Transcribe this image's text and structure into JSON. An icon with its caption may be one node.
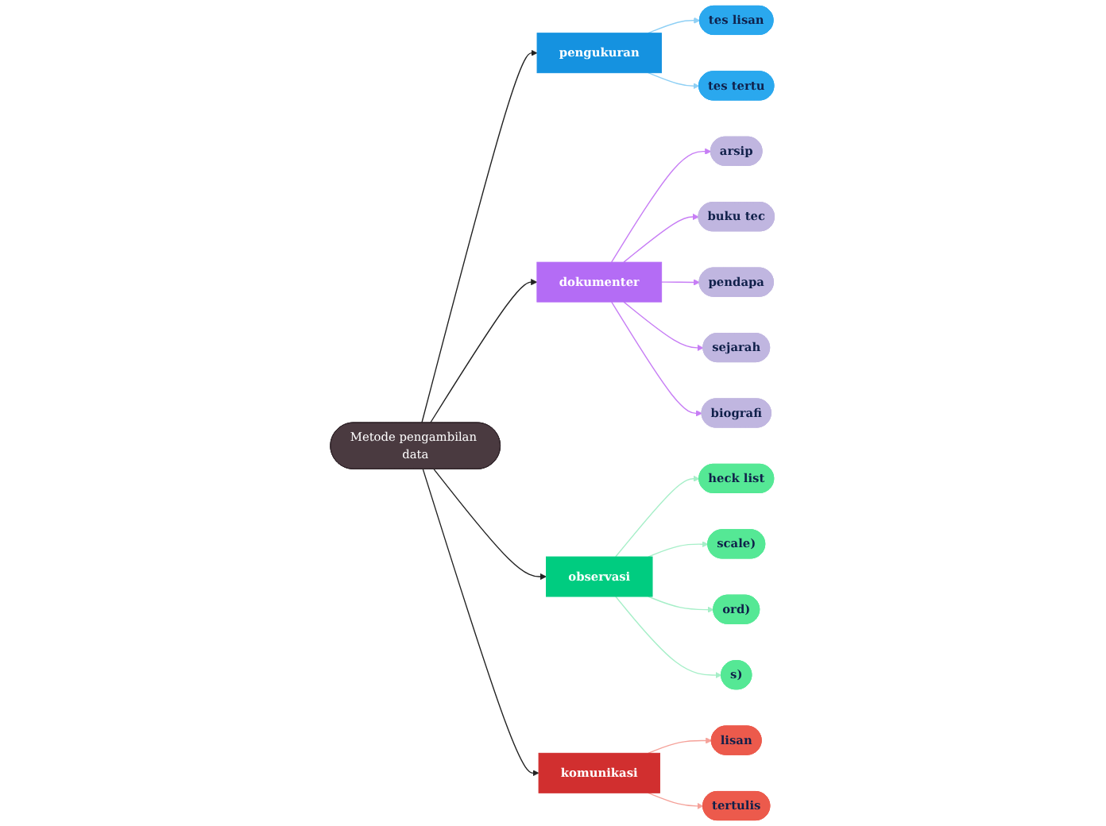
{
  "diagram": {
    "nodes": [
      {
        "text": [
          "Metode pengambilan data"
        ]
      },
      {
        "text": [
          "pengukuran"
        ]
      },
      {
        "text": [
          "tes lisan"
        ]
      },
      {
        "text": [
          "tes tertu"
        ]
      },
      {
        "text": [
          "dokumenter"
        ]
      },
      {
        "text": [
          "arsip"
        ]
      },
      {
        "text": [
          "buku tec"
        ]
      },
      {
        "text": [
          "pendapa"
        ]
      },
      {
        "text": [
          "sejarah"
        ]
      },
      {
        "text": [
          "biografi"
        ]
      },
      {
        "text": [
          "observasi"
        ]
      },
      {
        "text": [
          "heck list"
        ]
      },
      {
        "text": [
          "scale)"
        ]
      },
      {
        "text": [
          "ord)"
        ]
      },
      {
        "text": [
          "s)"
        ]
      },
      {
        "text": [
          "komunikasi"
        ]
      },
      {
        "text": [
          "lisan"
        ]
      },
      {
        "text": [
          "tertulis"
        ]
      }
    ],
    "edges": [
      {
        "from": 0,
        "to": 1,
        "arrow": "to",
        "color": "#222222"
      },
      {
        "from": 1,
        "to": 2,
        "arrow": "to",
        "color": "#8fd0f5"
      },
      {
        "from": 1,
        "to": 3,
        "arrow": "to",
        "color": "#8fd0f5"
      },
      {
        "from": 0,
        "to": 4,
        "arrow": "to",
        "color": "#222222"
      },
      {
        "from": 4,
        "to": 5,
        "arrow": "to",
        "color": "#c77df5"
      },
      {
        "from": 4,
        "to": 6,
        "arrow": "to",
        "color": "#c77df5"
      },
      {
        "from": 4,
        "to": 7,
        "arrow": "to",
        "color": "#c77df5"
      },
      {
        "from": 4,
        "to": 8,
        "arrow": "to",
        "color": "#c77df5"
      },
      {
        "from": 4,
        "to": 9,
        "arrow": "to",
        "color": "#c77df5"
      },
      {
        "from": 0,
        "to": 10,
        "arrow": "to",
        "color": "#222222"
      },
      {
        "from": 10,
        "to": 11,
        "arrow": "to",
        "color": "#a6efc8"
      },
      {
        "from": 10,
        "to": 12,
        "arrow": "to",
        "color": "#a6efc8"
      },
      {
        "from": 10,
        "to": 13,
        "arrow": "to",
        "color": "#a6efc8"
      },
      {
        "from": 10,
        "to": 14,
        "arrow": "to",
        "color": "#a6efc8"
      },
      {
        "from": 0,
        "to": 15,
        "arrow": "to",
        "color": "#222222"
      },
      {
        "from": 15,
        "to": 16,
        "arrow": "to",
        "color": "#f5a29a"
      },
      {
        "from": 15,
        "to": 17,
        "arrow": "to",
        "color": "#f5a29a"
      }
    ]
  }
}
